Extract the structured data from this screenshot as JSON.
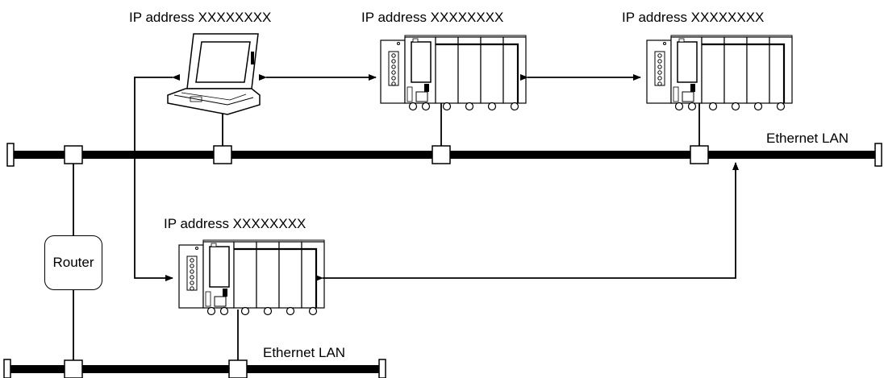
{
  "labels": {
    "laptop_ip": "IP address XXXXXXXX",
    "plc1_ip": "IP address XXXXXXXX",
    "plc2_ip": "IP address XXXXXXXX",
    "plc3_ip": "IP address XXXXXXXX",
    "lan_top": "Ethernet LAN",
    "lan_bottom": "Ethernet LAN",
    "router": "Router"
  }
}
